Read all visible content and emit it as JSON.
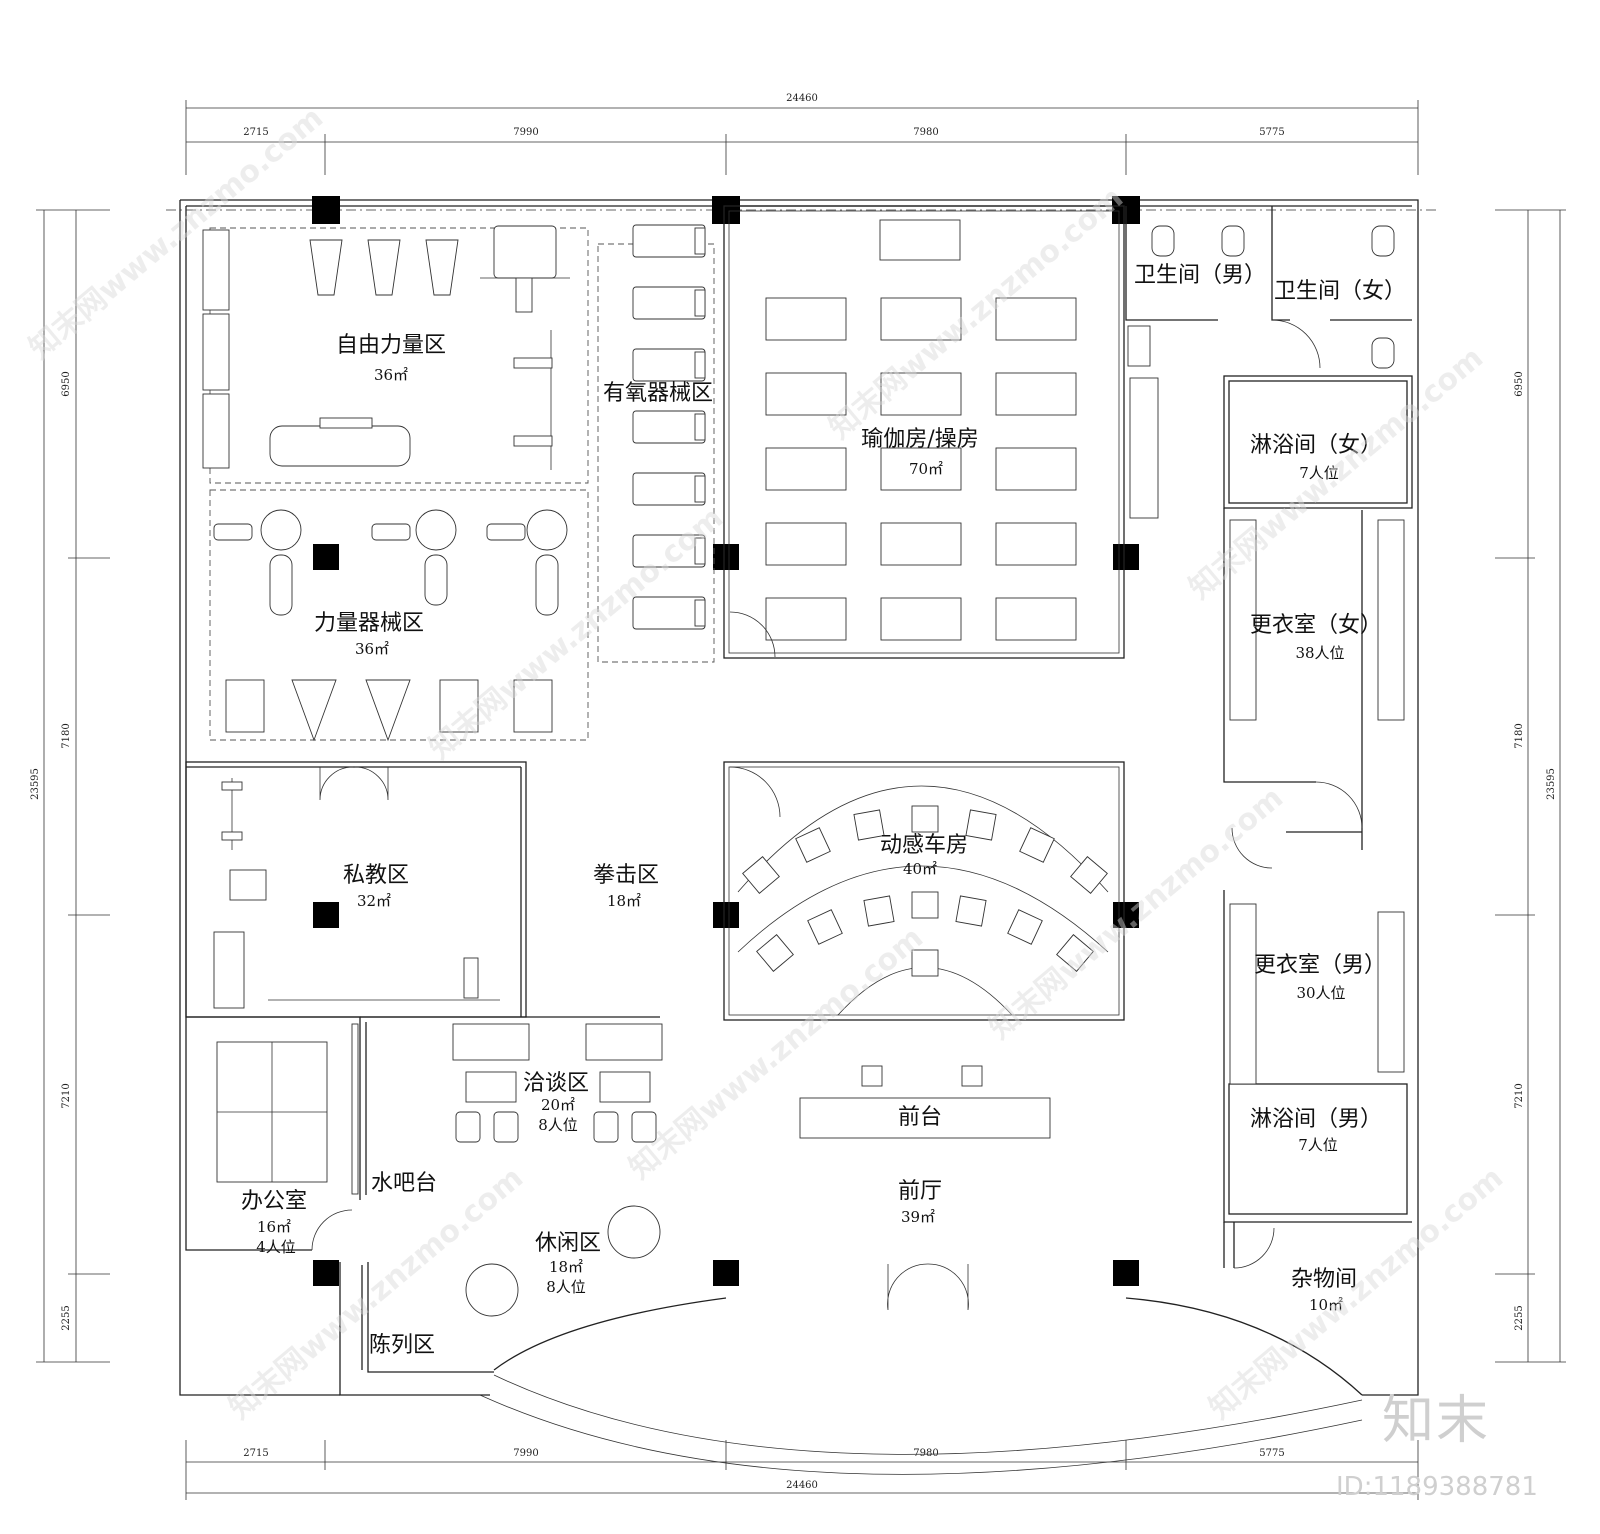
{
  "dimensions": {
    "total_width": "24460",
    "total_height": "23595",
    "x_segments": [
      "2715",
      "7990",
      "7980",
      "5775"
    ],
    "y_segments": [
      "6950",
      "7180",
      "7210",
      "2255"
    ]
  },
  "rooms": {
    "free_weights": {
      "name": "自由力量区",
      "area": "36㎡"
    },
    "cardio": {
      "name": "有氧器械区"
    },
    "yoga": {
      "name": "瑜伽房/操房",
      "area": "70㎡"
    },
    "wc_men": {
      "name": "卫生间（男）"
    },
    "wc_women": {
      "name": "卫生间（女）"
    },
    "shower_women": {
      "name": "淋浴间（女）",
      "capacity": "7人位"
    },
    "locker_women": {
      "name": "更衣室（女）",
      "capacity": "38人位"
    },
    "strength_machines": {
      "name": "力量器械区",
      "area": "36㎡"
    },
    "spinning": {
      "name": "动感车房",
      "area": "40㎡"
    },
    "personal_training": {
      "name": "私教区",
      "area": "32㎡"
    },
    "boxing": {
      "name": "拳击区",
      "area": "18㎡"
    },
    "locker_men": {
      "name": "更衣室（男）",
      "capacity": "30人位"
    },
    "negotiation": {
      "name": "洽谈区",
      "area": "20㎡",
      "capacity": "8人位"
    },
    "reception": {
      "name": "前台"
    },
    "shower_men": {
      "name": "淋浴间（男）",
      "capacity": "7人位"
    },
    "water_bar": {
      "name": "水吧台"
    },
    "office": {
      "name": "办公室",
      "area": "16㎡",
      "capacity": "4人位"
    },
    "lobby": {
      "name": "前厅",
      "area": "39㎡"
    },
    "lounge": {
      "name": "休闲区",
      "area": "18㎡",
      "capacity": "8人位"
    },
    "storage": {
      "name": "杂物间",
      "area": "10㎡"
    },
    "display": {
      "name": "陈列区"
    }
  },
  "watermark": {
    "text": "知末网www.znzmo.com",
    "brand": "知末",
    "id": "ID:1189388781"
  }
}
